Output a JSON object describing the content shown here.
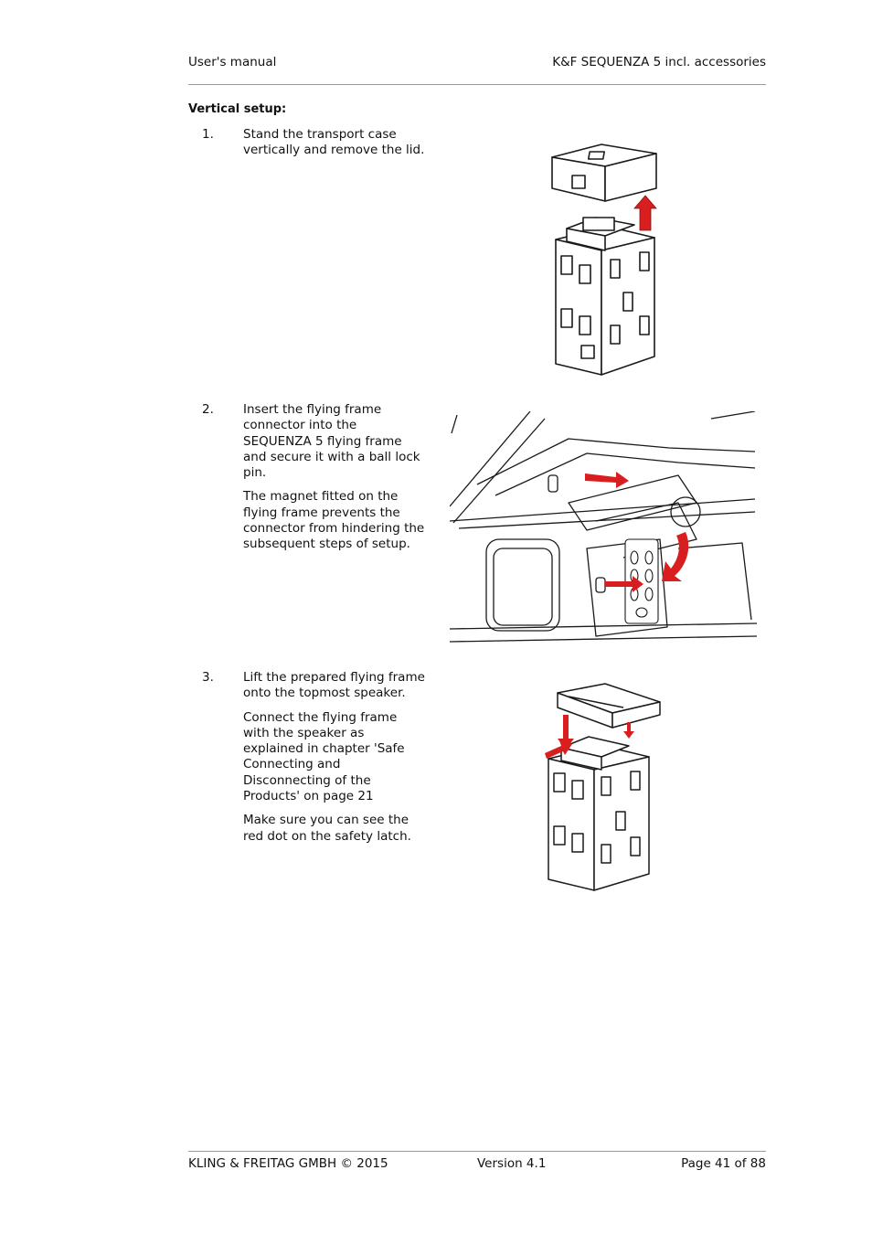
{
  "header": {
    "left": "User's manual",
    "right": "K&F SEQUENZA 5 incl. accessories"
  },
  "section_title": "Vertical setup:",
  "steps": [
    {
      "number": "1.",
      "paragraphs": [
        "Stand the transport case vertically and remove the lid."
      ]
    },
    {
      "number": "2.",
      "paragraphs": [
        "Insert the flying frame connector into the SEQUENZA 5 flying frame and secure it with a ball lock pin.",
        "The magnet fitted on the flying frame prevents the connector from hindering the subsequent steps of setup."
      ]
    },
    {
      "number": "3.",
      "paragraphs": [
        "Lift the prepared flying frame onto the topmost speaker.",
        "Connect the flying frame with the speaker as explained in chapter 'Safe Connecting and Disconnecting of the Products' on page 21",
        "Make sure you can see the red dot on the safety latch."
      ]
    }
  ],
  "footer": {
    "left": "KLING & FREITAG GMBH © 2015",
    "center": "Version 4.1",
    "right": "Page 41 of 88"
  },
  "colors": {
    "arrow": "#d81e1e",
    "line": "#1a1a1a",
    "rule": "#9a9a9a"
  }
}
